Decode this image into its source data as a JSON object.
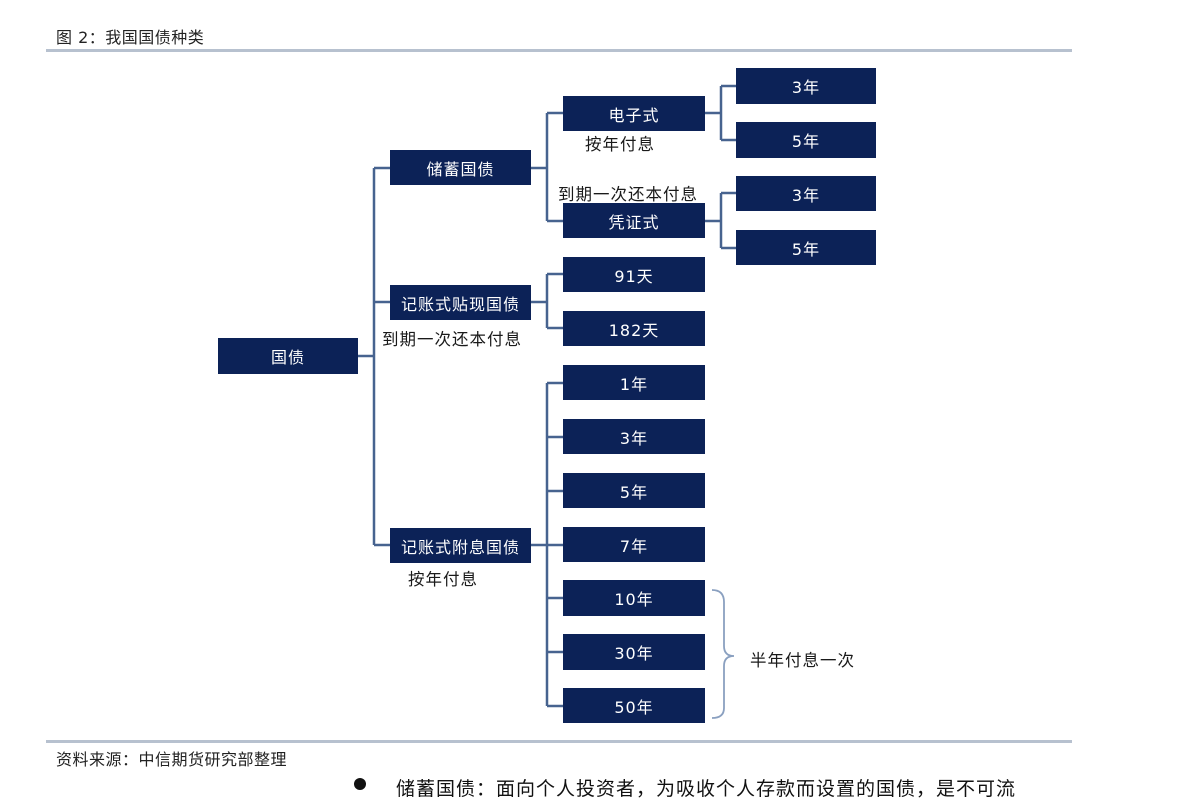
{
  "figure": {
    "title": "图 2：我国国债种类",
    "source": "资料来源：中信期货研究部整理"
  },
  "tree": {
    "root": "国债",
    "savings": {
      "label": "储蓄国债",
      "electronic": {
        "label": "电子式",
        "note": "按年付息",
        "terms": [
          "3年",
          "5年"
        ]
      },
      "voucher": {
        "label": "凭证式",
        "note": "到期一次还本付息",
        "terms": [
          "3年",
          "5年"
        ]
      }
    },
    "discount": {
      "label": "记账式贴现国债",
      "note": "到期一次还本付息",
      "terms": [
        "91天",
        "182天"
      ]
    },
    "coupon": {
      "label": "记账式附息国债",
      "note": "按年付息",
      "terms": [
        "1年",
        "3年",
        "5年",
        "7年",
        "10年",
        "30年",
        "50年"
      ],
      "brace_note": "半年付息一次"
    }
  },
  "colors": {
    "node_fill": "#0c2257",
    "connector": "#47638f",
    "rule": "#b7c1cf"
  },
  "body_text": "储蓄国债：面向个人投资者，为吸收个人存款而设置的国债，是不可流"
}
